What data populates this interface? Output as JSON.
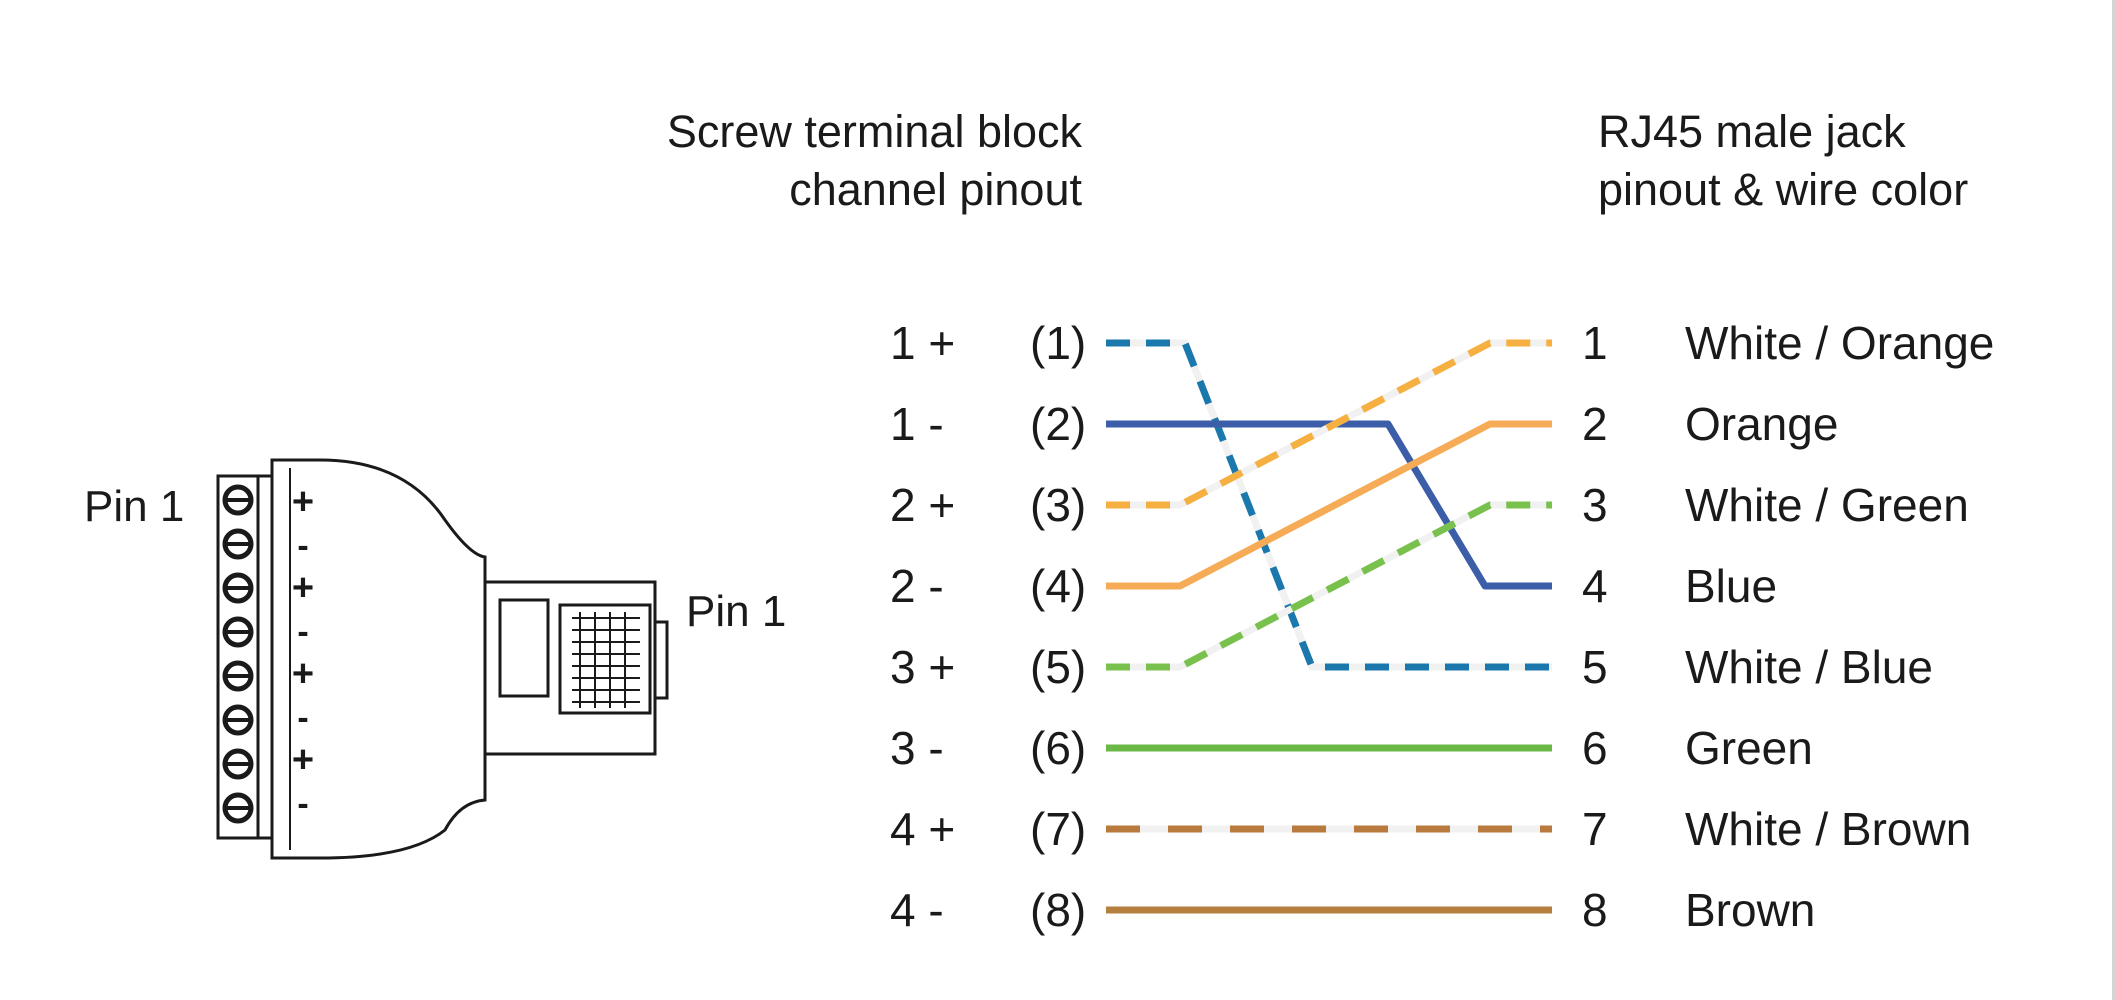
{
  "headings": {
    "terminal": [
      "Screw terminal block",
      "channel pinout"
    ],
    "rj45": [
      "RJ45 male jack",
      "pinout & wire color"
    ]
  },
  "connector": {
    "terminal_pin_label": "Pin 1",
    "plug_pin_label": "Pin 1",
    "terminal_marks": [
      "+",
      "-",
      "+",
      "-",
      "+",
      "-",
      "+",
      "-"
    ]
  },
  "rows": [
    {
      "channel": "1 +",
      "terminal": "(1)",
      "pin": "1",
      "color_name": "White / Orange",
      "wire": {
        "color": "#f6b042",
        "dashed": true,
        "to_pin": 1
      }
    },
    {
      "channel": "1 -",
      "terminal": "(2)",
      "pin": "2",
      "color_name": "Orange",
      "wire": {
        "color": "#f6ac56",
        "dashed": false,
        "to_pin": 2
      }
    },
    {
      "channel": "2 +",
      "terminal": "(3)",
      "pin": "3",
      "color_name": "White / Green",
      "wire": {
        "color": "#78c14c",
        "dashed": true,
        "to_pin": 3
      }
    },
    {
      "channel": "2 -",
      "terminal": "(4)",
      "pin": "4",
      "color_name": "Blue",
      "wire": {
        "color": "#3c5ea8",
        "dashed": false,
        "to_pin": 4
      }
    },
    {
      "channel": "3 +",
      "terminal": "(5)",
      "pin": "5",
      "color_name": "White / Blue",
      "wire": {
        "color": "#1b78ac",
        "dashed": true,
        "to_pin": 5
      }
    },
    {
      "channel": "3 -",
      "terminal": "(6)",
      "pin": "6",
      "color_name": "Green",
      "wire": {
        "color": "#6ab845",
        "dashed": false,
        "to_pin": 6
      }
    },
    {
      "channel": "4 +",
      "terminal": "(7)",
      "pin": "7",
      "color_name": "White / Brown",
      "wire": {
        "color": "#b87a3d",
        "dashed": true,
        "to_pin": 7
      }
    },
    {
      "channel": "4 -",
      "terminal": "(8)",
      "pin": "8",
      "color_name": "Brown",
      "wire": {
        "color": "#b57f40",
        "dashed": false,
        "to_pin": 8
      }
    }
  ],
  "wiring": [
    {
      "from_terminal": 1,
      "to_pin": 5,
      "color": "#1b78ac",
      "dashed": true,
      "name": "White / Blue"
    },
    {
      "from_terminal": 2,
      "to_pin": 4,
      "color": "#3c5ea8",
      "dashed": false,
      "name": "Blue"
    },
    {
      "from_terminal": 3,
      "to_pin": 1,
      "color": "#f6b042",
      "dashed": true,
      "name": "White / Orange"
    },
    {
      "from_terminal": 4,
      "to_pin": 2,
      "color": "#f6ac56",
      "dashed": false,
      "name": "Orange"
    },
    {
      "from_terminal": 5,
      "to_pin": 3,
      "color": "#78c14c",
      "dashed": true,
      "name": "White / Green"
    },
    {
      "from_terminal": 6,
      "to_pin": 6,
      "color": "#6ab845",
      "dashed": false,
      "name": "Green"
    },
    {
      "from_terminal": 7,
      "to_pin": 7,
      "color": "#b87a3d",
      "dashed": true,
      "name": "White / Brown"
    },
    {
      "from_terminal": 8,
      "to_pin": 8,
      "color": "#b57f40",
      "dashed": false,
      "name": "Brown"
    }
  ]
}
